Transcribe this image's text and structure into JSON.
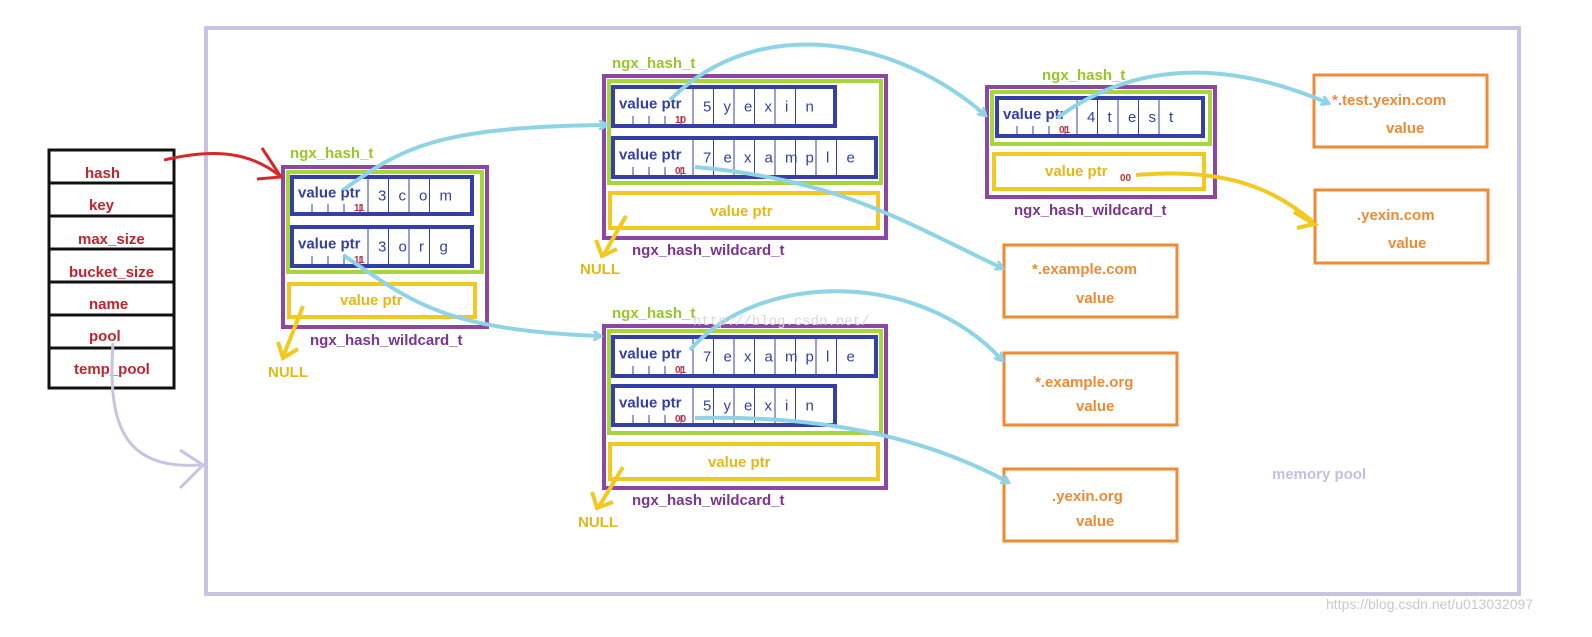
{
  "struct_fields": [
    "hash",
    "key",
    "max_size",
    "bucket_size",
    "name",
    "pool",
    "temp_pool"
  ],
  "labels": {
    "ngx_hash_t": "ngx_hash_t",
    "ngx_hash_wildcard_t": "ngx_hash_wildcard_t",
    "value_ptr": "value ptr",
    "null": "NULL",
    "memory_pool": "memory pool",
    "value": "value"
  },
  "elements": [
    {
      "len": "3",
      "chars": [
        "c",
        "o",
        "m"
      ],
      "flag": "11"
    },
    {
      "len": "3",
      "chars": [
        "o",
        "r",
        "g"
      ],
      "flag": "11"
    },
    {
      "len": "5",
      "chars": [
        "y",
        "e",
        "x",
        "i",
        "n"
      ],
      "flag": "10"
    },
    {
      "len": "7",
      "chars": [
        "e",
        "x",
        "a",
        "m",
        "p",
        "l",
        "e"
      ],
      "flag": "01"
    },
    {
      "len": "4",
      "chars": [
        "t",
        "e",
        "s",
        "t"
      ],
      "flag": "01"
    },
    {
      "len": "7",
      "chars": [
        "e",
        "x",
        "a",
        "m",
        "p",
        "l",
        "e"
      ],
      "flag": "01"
    },
    {
      "len": "5",
      "chars": [
        "y",
        "e",
        "x",
        "i",
        "n"
      ],
      "flag": "00"
    }
  ],
  "wildcard_value_flag": "00",
  "names": [
    "*.test.yexin.com",
    ".yexin.com",
    "*.example.com",
    "*.example.org",
    ".yexin.org"
  ],
  "watermarks": {
    "center": "http://blog.csdn.net/",
    "corner": "https://blog.csdn.net/u013032097"
  },
  "colors": {
    "struct_text": "#c0252e",
    "wildcard_box": "#8e47a0",
    "hash_box": "#a8d63a",
    "element_box": "#3440a8",
    "value_ptr": "#f2c920",
    "name_box": "#ef8a35",
    "pointer_arrow": "#8fd3e6",
    "memory_pool": "#c8c3e3"
  }
}
